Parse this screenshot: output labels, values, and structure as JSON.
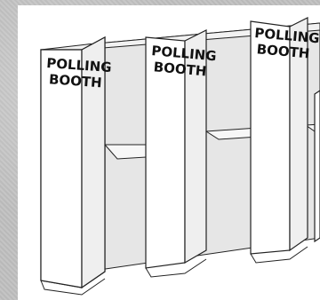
{
  "booths": [
    {
      "sign_line1": "POLLING",
      "sign_line2": "BOOTH"
    },
    {
      "sign_line1": "POLLING",
      "sign_line2": "BOOTH"
    },
    {
      "sign_line1": "POLLING",
      "sign_line2": "BOOTH"
    }
  ],
  "colors": {
    "background": "#bcbcbc",
    "panel_fill": "#ffffff",
    "back_wall": "#e3e3e3",
    "stroke": "#222222"
  }
}
